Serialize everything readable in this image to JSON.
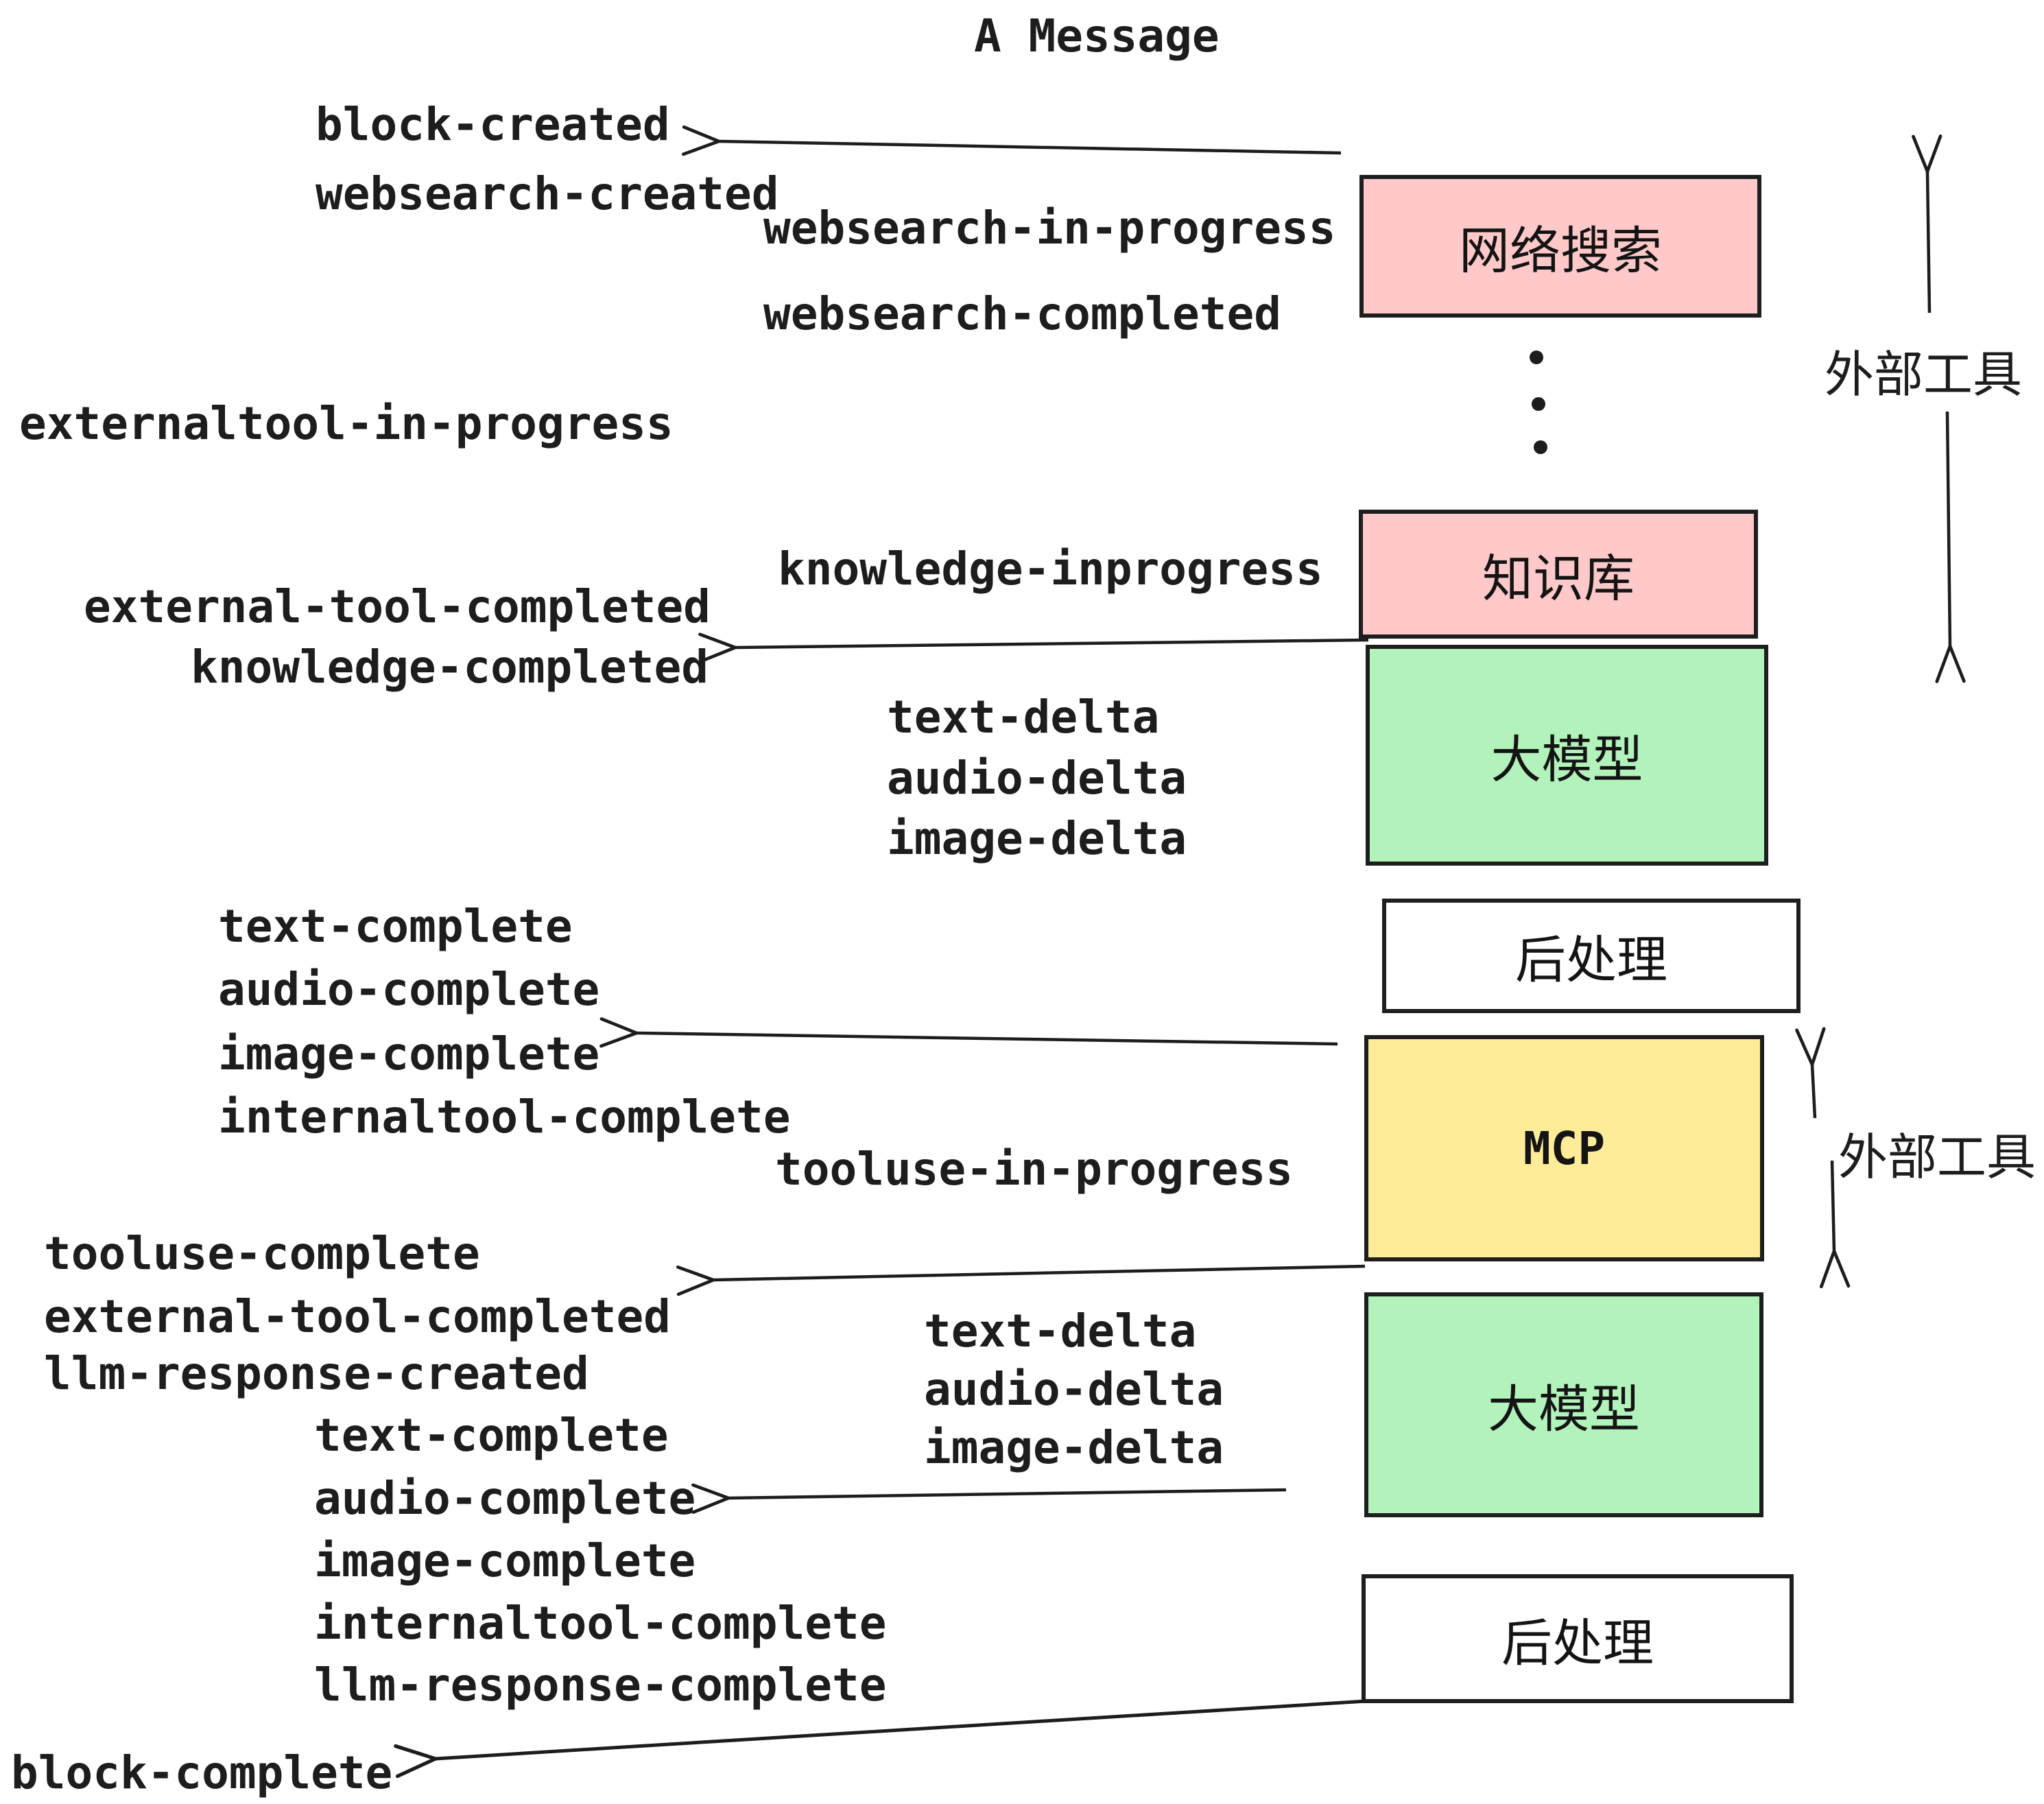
{
  "title": "A Message",
  "colors": {
    "ink": "#1d1d1d",
    "box_border": "#1e1e1e",
    "pink": "#ffc9c9",
    "green": "#b2f2bb",
    "yellow": "#ffec99",
    "white": "#ffffff"
  },
  "boxes": {
    "websearch": "网络搜索",
    "knowledge": "知识库",
    "llm1": "大模型",
    "post1": "后处理",
    "mcp": "MCP",
    "llm2": "大模型",
    "post2": "后处理"
  },
  "side_labels": {
    "external_tools_top": "外部工具",
    "external_tools_bottom": "外部工具"
  },
  "events": {
    "block_created": "block-created",
    "websearch_created": "websearch-created",
    "websearch_in_progress": "websearch-in-progress",
    "websearch_completed": "websearch-completed",
    "externaltool_in_progress": "externaltool-in-progress",
    "knowledge_inprogress": "knowledge-inprogress",
    "external_tool_completed_1": "external-tool-completed",
    "knowledge_completed": "knowledge-completed",
    "text_delta_1": "text-delta",
    "audio_delta_1": "audio-delta",
    "image_delta_1": "image-delta",
    "text_complete_1": "text-complete",
    "audio_complete_1": "audio-complete",
    "image_complete_1": "image-complete",
    "internaltool_complete_1": "internaltool-complete",
    "tooluse_in_progress": "tooluse-in-progress",
    "tooluse_complete": "tooluse-complete",
    "external_tool_completed_2": "external-tool-completed",
    "llm_response_created": "llm-response-created",
    "text_delta_2": "text-delta",
    "audio_delta_2": "audio-delta",
    "image_delta_2": "image-delta",
    "text_complete_2": "text-complete",
    "audio_complete_2": "audio-complete",
    "image_complete_2": "image-complete",
    "internaltool_complete_2": "internaltool-complete",
    "llm_response_complete": "llm-response-complete",
    "block_complete": "block-complete"
  }
}
